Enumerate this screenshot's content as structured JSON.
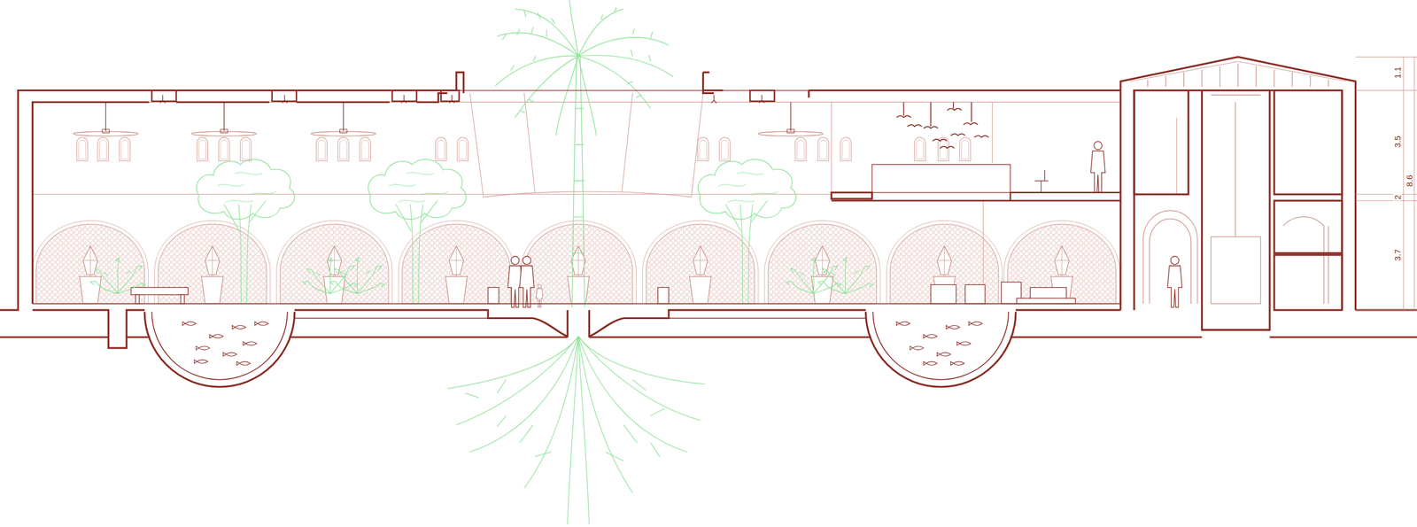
{
  "diagram": {
    "labels": [
      "1.1",
      "3.5",
      "8.6",
      "2",
      "3.7"
    ]
  }
}
